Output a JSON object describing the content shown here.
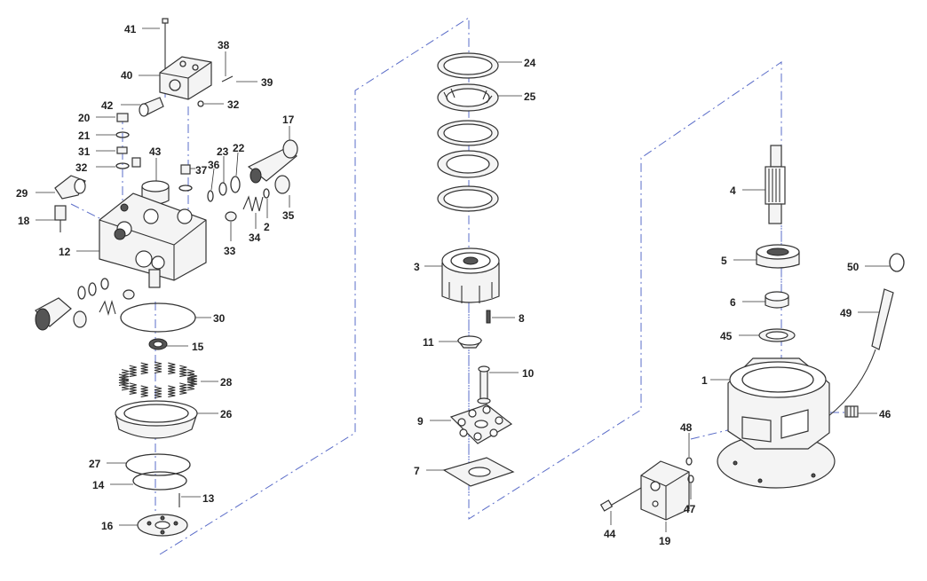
{
  "callouts": [
    {
      "id": "c41",
      "text": "41"
    },
    {
      "id": "c38",
      "text": "38"
    },
    {
      "id": "c40",
      "text": "40"
    },
    {
      "id": "c39",
      "text": "39"
    },
    {
      "id": "c42",
      "text": "42"
    },
    {
      "id": "c32a",
      "text": "32"
    },
    {
      "id": "c20",
      "text": "20"
    },
    {
      "id": "c21",
      "text": "21"
    },
    {
      "id": "c31",
      "text": "31"
    },
    {
      "id": "c32b",
      "text": "32"
    },
    {
      "id": "c43",
      "text": "43"
    },
    {
      "id": "c37",
      "text": "37"
    },
    {
      "id": "c36",
      "text": "36"
    },
    {
      "id": "c23",
      "text": "23"
    },
    {
      "id": "c22",
      "text": "22"
    },
    {
      "id": "c17",
      "text": "17"
    },
    {
      "id": "c29",
      "text": "29"
    },
    {
      "id": "c18",
      "text": "18"
    },
    {
      "id": "c12",
      "text": "12"
    },
    {
      "id": "c35",
      "text": "35"
    },
    {
      "id": "c2",
      "text": "2"
    },
    {
      "id": "c34",
      "text": "34"
    },
    {
      "id": "c33",
      "text": "33"
    },
    {
      "id": "c30",
      "text": "30"
    },
    {
      "id": "c15",
      "text": "15"
    },
    {
      "id": "c28",
      "text": "28"
    },
    {
      "id": "c26",
      "text": "26"
    },
    {
      "id": "c27",
      "text": "27"
    },
    {
      "id": "c14",
      "text": "14"
    },
    {
      "id": "c13",
      "text": "13"
    },
    {
      "id": "c16",
      "text": "16"
    },
    {
      "id": "c24",
      "text": "24"
    },
    {
      "id": "c25",
      "text": "25"
    },
    {
      "id": "c3",
      "text": "3"
    },
    {
      "id": "c8",
      "text": "8"
    },
    {
      "id": "c11",
      "text": "11"
    },
    {
      "id": "c10",
      "text": "10"
    },
    {
      "id": "c9",
      "text": "9"
    },
    {
      "id": "c7",
      "text": "7"
    },
    {
      "id": "c4",
      "text": "4"
    },
    {
      "id": "c5",
      "text": "5"
    },
    {
      "id": "c6",
      "text": "6"
    },
    {
      "id": "c45",
      "text": "45"
    },
    {
      "id": "c50",
      "text": "50"
    },
    {
      "id": "c49",
      "text": "49"
    },
    {
      "id": "c1",
      "text": "1"
    },
    {
      "id": "c46",
      "text": "46"
    },
    {
      "id": "c48",
      "text": "48"
    },
    {
      "id": "c47",
      "text": "47"
    },
    {
      "id": "c44",
      "text": "44"
    },
    {
      "id": "c19",
      "text": "19"
    }
  ],
  "colors": {
    "dash": "#5a6cc8",
    "stroke": "#333333",
    "fill": "#f4f4f4"
  }
}
